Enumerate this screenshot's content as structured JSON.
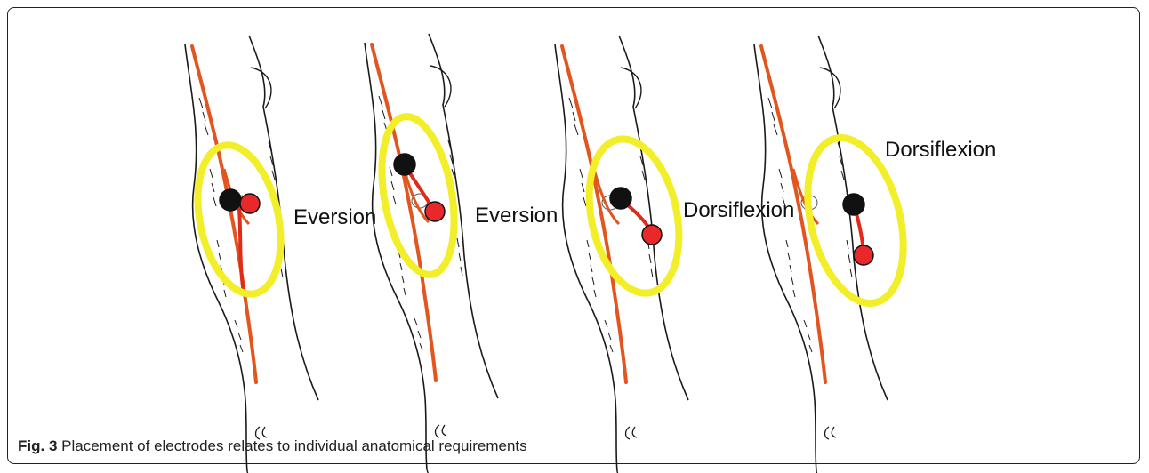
{
  "caption": {
    "label": "Fig. 3",
    "text": " Placement of electrodes relates to individual anatomical requirements"
  },
  "panels": [
    {
      "label": "Eversion"
    },
    {
      "label": "Eversion"
    },
    {
      "label": "Dorsiflexion"
    },
    {
      "label": "Dorsiflexion"
    }
  ],
  "colors": {
    "nerve": "#e2551f",
    "nerve_branch": "#e02a1a",
    "highlight_ring": "#f2ee2a",
    "electrode_black": "#111111",
    "electrode_red": "#e8282a",
    "outline": "#1a1a1a"
  }
}
